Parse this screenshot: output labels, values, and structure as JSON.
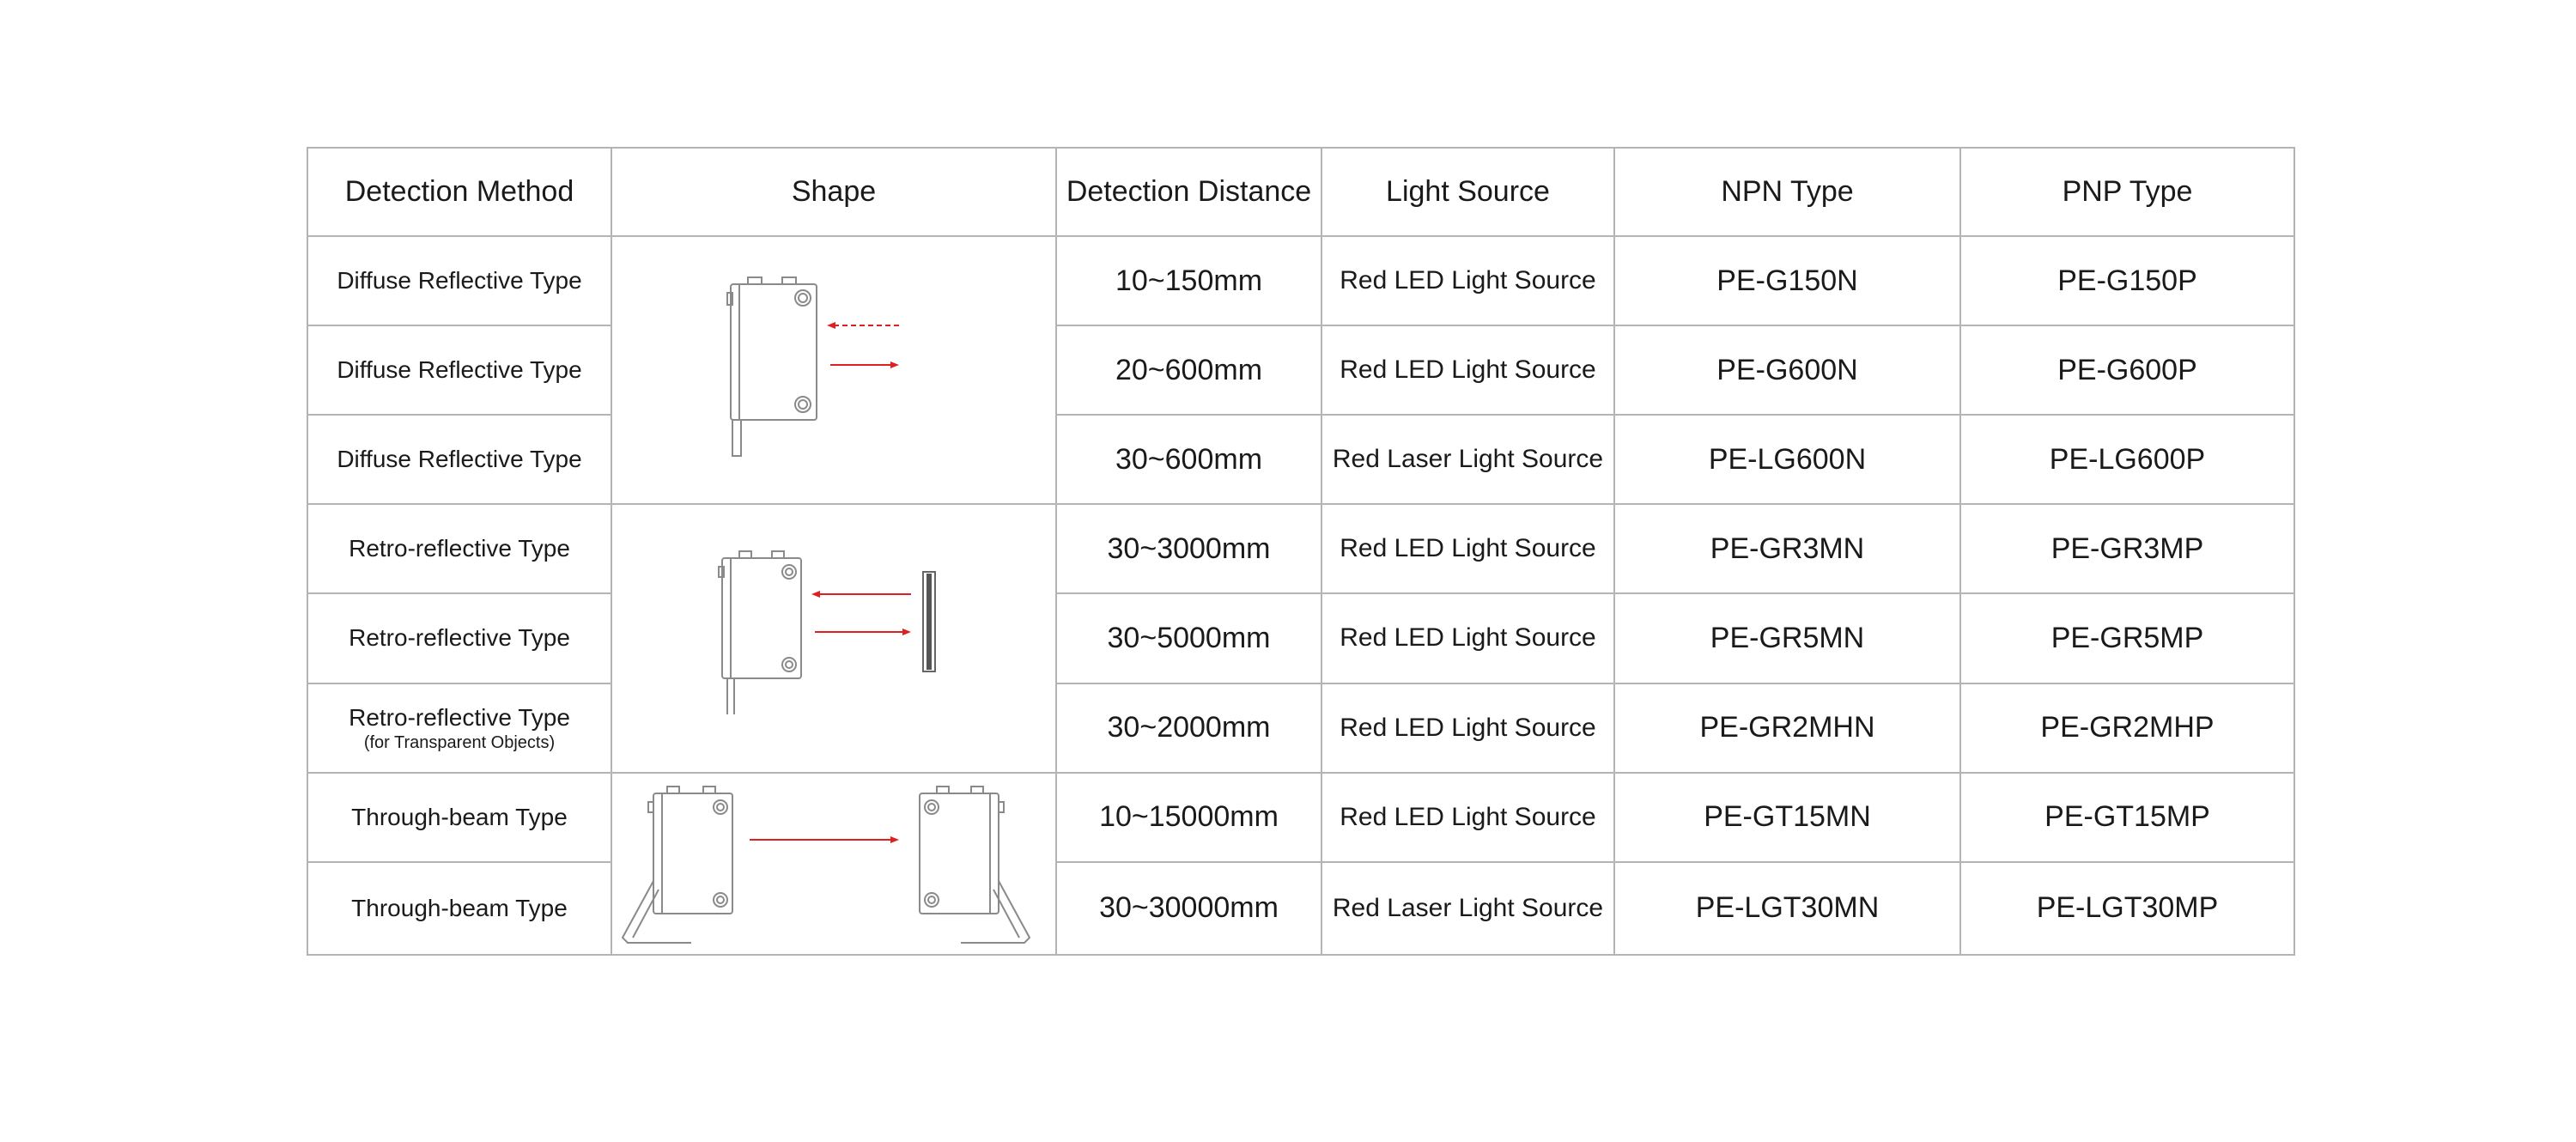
{
  "table": {
    "headers": {
      "method": "Detection Method",
      "shape": "Shape",
      "distance": "Detection Distance",
      "light": "Light Source",
      "npn": "NPN Type",
      "pnp": "PNP Type"
    },
    "rows": [
      {
        "method": "Diffuse Reflective Type",
        "note": "",
        "distance": "10~150mm",
        "light": "Red LED Light Source",
        "npn": "PE-G150N",
        "pnp": "PE-G150P"
      },
      {
        "method": "Diffuse Reflective Type",
        "note": "",
        "distance": "20~600mm",
        "light": "Red LED Light Source",
        "npn": "PE-G600N",
        "pnp": "PE-G600P"
      },
      {
        "method": "Diffuse Reflective Type",
        "note": "",
        "distance": "30~600mm",
        "light": "Red Laser Light Source",
        "npn": "PE-LG600N",
        "pnp": "PE-LG600P"
      },
      {
        "method": "Retro-reflective Type",
        "note": "",
        "distance": "30~3000mm",
        "light": "Red LED Light Source",
        "npn": "PE-GR3MN",
        "pnp": "PE-GR3MP"
      },
      {
        "method": "Retro-reflective Type",
        "note": "",
        "distance": "30~5000mm",
        "light": "Red LED Light Source",
        "npn": "PE-GR5MN",
        "pnp": "PE-GR5MP"
      },
      {
        "method": "Retro-reflective Type",
        "note": "(for Transparent Objects)",
        "distance": "30~2000mm",
        "light": "Red LED Light Source",
        "npn": "PE-GR2MHN",
        "pnp": "PE-GR2MHP"
      },
      {
        "method": "Through-beam Type",
        "note": "",
        "distance": "10~15000mm",
        "light": "Red LED Light Source",
        "npn": "PE-GT15MN",
        "pnp": "PE-GT15MP"
      },
      {
        "method": "Through-beam Type",
        "note": "",
        "distance": "30~30000mm",
        "light": "Red Laser Light Source",
        "npn": "PE-LGT30MN",
        "pnp": "PE-LGT30MP"
      }
    ],
    "shapes": [
      {
        "icon": "diffuse-reflective-sensor-icon"
      },
      {
        "icon": "retro-reflective-sensor-icon"
      },
      {
        "icon": "through-beam-sensor-icon"
      }
    ]
  },
  "colors": {
    "border": "#b4b4b4",
    "beam": "#e02020",
    "outline": "#8a8a8a"
  }
}
